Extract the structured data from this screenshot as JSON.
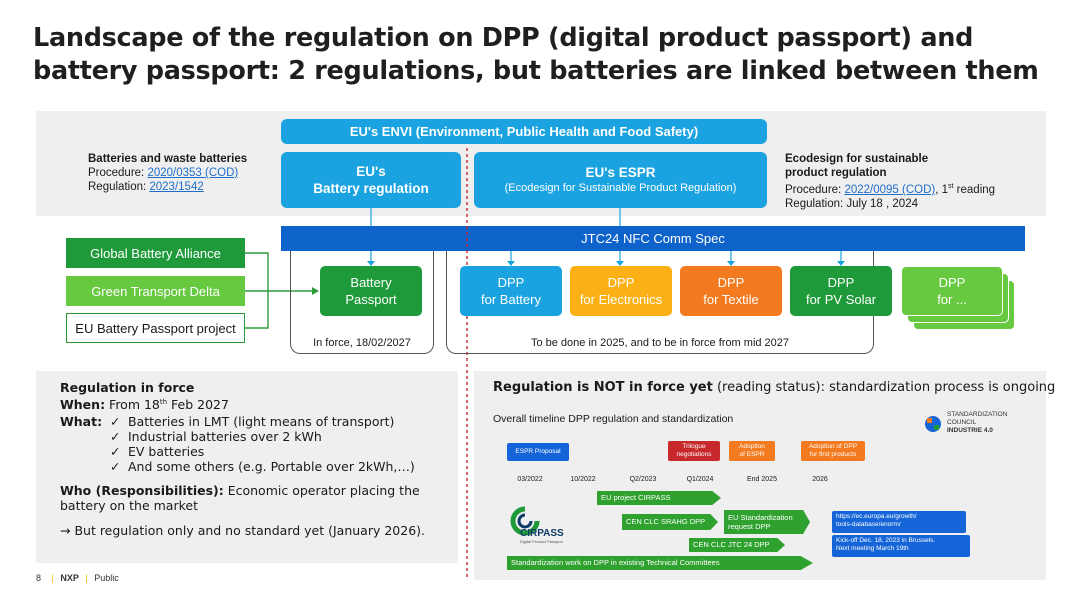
{
  "title": {
    "line1": "Landscape of the regulation on DPP (digital product passport) and",
    "line2": "battery passport: 2 regulations, but batteries are linked between them"
  },
  "envi": "EU's ENVI (Environment, Public Health and Food Safety)",
  "battery_reg": {
    "heading": "Batteries and waste batteries",
    "procedure_label": "Procedure: ",
    "procedure_link": "2020/0353 (COD)",
    "regulation_label": "Regulation: ",
    "regulation_link": "2023/1542",
    "box_line1": "EU's",
    "box_line2": "Battery regulation"
  },
  "espr": {
    "line1": "EU's ESPR",
    "line2": "(Ecodesign for Sustainable Product Regulation)"
  },
  "ecodesign": {
    "heading1": "Ecodesign for sustainable",
    "heading2": "product regulation",
    "procedure_label": "Procedure: ",
    "procedure_link": "2022/0095 (COD)",
    "procedure_suffix": ", 1",
    "procedure_sup": "st",
    "procedure_tail": " reading",
    "regulation": "Regulation: July 18 , 2024"
  },
  "jtc": "JTC24 NFC Comm Spec",
  "left_boxes": [
    "Global Battery Alliance",
    "Green Transport Delta",
    "EU Battery Passport project"
  ],
  "battery_passport": {
    "line1": "Battery",
    "line2": "Passport"
  },
  "dpps": [
    {
      "line1": "DPP",
      "line2": "for Battery",
      "color": "#1aa3e0"
    },
    {
      "line1": "DPP",
      "line2": "for Electronics",
      "color": "#fbb116"
    },
    {
      "line1": "DPP",
      "line2": "for Textile",
      "color": "#f37a1f"
    },
    {
      "line1": "DPP",
      "line2": "for PV Solar",
      "color": "#1f9a3a"
    },
    {
      "line1": "DPP",
      "line2": "for ...",
      "color": "#67c93f"
    }
  ],
  "in_force": "In force, 18/02/2027",
  "to_be_done": "To be done in 2025, and to be in force from mid 2027",
  "left_panel": {
    "heading": "Regulation in force",
    "when_label": "When:",
    "when_text": " From 18",
    "when_sup": "th",
    "when_tail": " Feb 2027",
    "what_label": "What:",
    "items": [
      "Batteries in LMT (light means of transport)",
      "Industrial batteries over 2 kWh",
      "EV batteries",
      "And some others (e.g. Portable over 2kWh,…)"
    ],
    "who_label": "Who (Responsibilities):",
    "who_text": " Economic operator placing the",
    "who_text2": "battery on the market",
    "but": "→ But regulation only and no standard yet (January 2026)."
  },
  "right_panel": {
    "heading_bold": "Regulation is NOT in force yet",
    "heading_rest": " (reading status): standardization process is ongoing",
    "subtitle": "Overall timeline DPP regulation and standardization",
    "council": [
      "STANDARDIZATION",
      "COUNCIL",
      "INDUSTRIE 4.0"
    ]
  },
  "timeline": {
    "ticks": [
      "03/2022",
      "10/2022",
      "Q2/2023",
      "Q1/2024",
      "End 2025",
      "2026"
    ],
    "espr_proposal": "ESPR Proposal",
    "trilogue": [
      "Trilogue",
      "negotiations"
    ],
    "adoption_espr": [
      "Adoption",
      "of ESPR"
    ],
    "adoption_dpp": [
      "Adoption of DPP",
      "for first products"
    ],
    "cirpass_project": "EU project CIRPASS",
    "cen_srahg": "CEN CLC SRAHG DPP",
    "eu_std": [
      "EU Standardization",
      "request DPP"
    ],
    "link_box": [
      "https://ec.europa.eu/growth/",
      "tools-database/enorm/"
    ],
    "cen_jtc": "CEN CLC JTC 24 DPP",
    "kickoff": [
      "Kick-off Dec. 18, 2023 in Brussels.",
      "Next meeting March 19th"
    ],
    "std_work": "Standardization work on DPP in existing Technical Committees",
    "cirpass_logo": "CIRPASS",
    "cirpass_sub": "Digital Product Passport"
  },
  "footer": {
    "page": "8",
    "brand": "NXP",
    "label": "Public"
  },
  "colors": {
    "accent_blue": "#1aa3e0",
    "navy": "#0d63c9",
    "green": "#1f9a3a",
    "light_green": "#67c93f",
    "orange": "#f37a1f",
    "yellow": "#fbb116",
    "red_line": "#c7282c",
    "panel_gray": "#efefef"
  }
}
